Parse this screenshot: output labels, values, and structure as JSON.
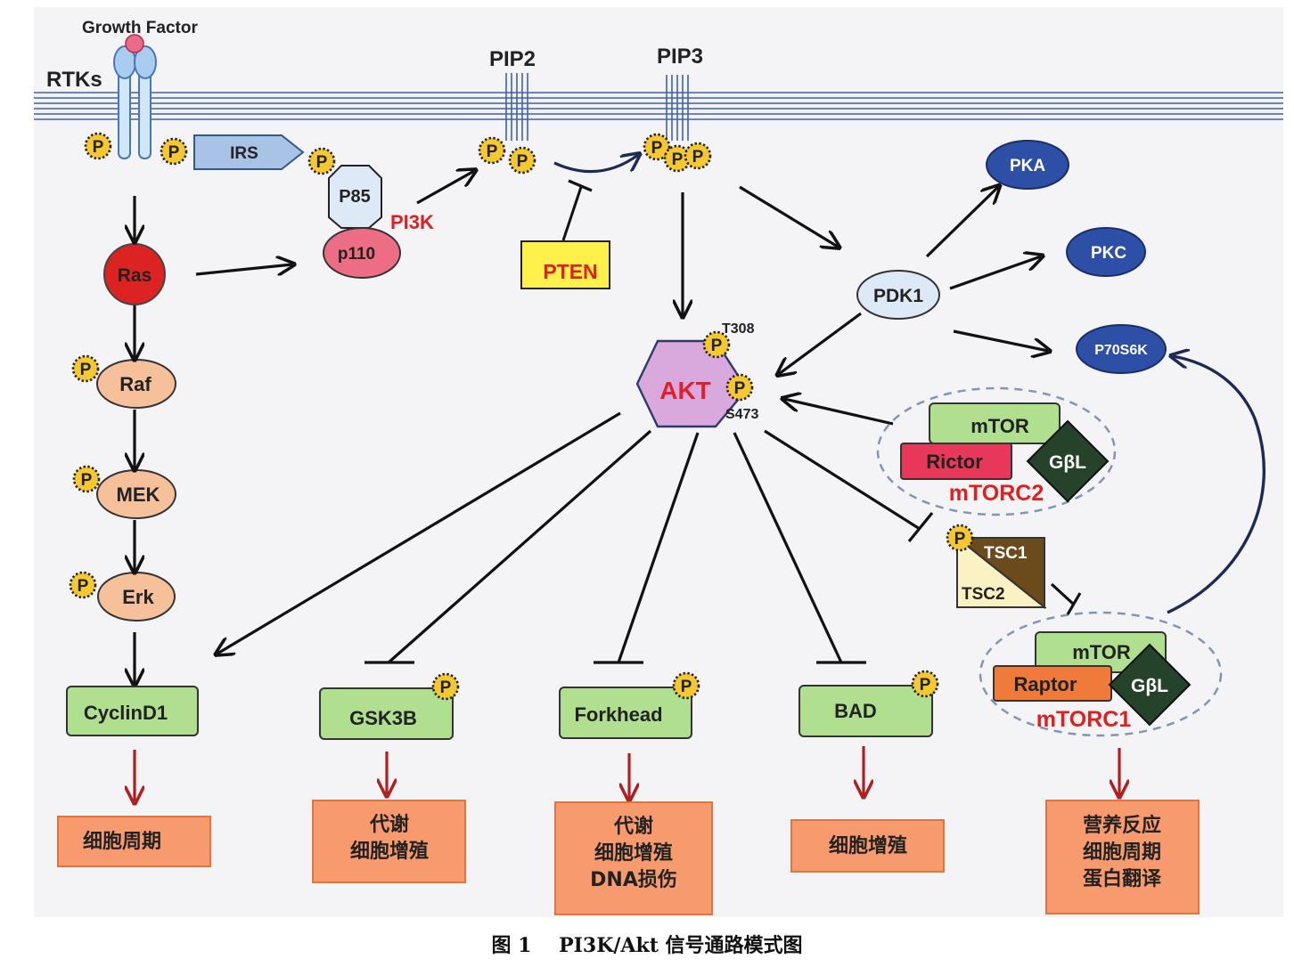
{
  "labels": {
    "growth_factor": "Growth Factor",
    "rtks": "RTKs",
    "irs": "IRS",
    "p85": "P85",
    "p110": "p110",
    "pi3k": "PI3K",
    "pip2": "PIP2",
    "pip3": "PIP3",
    "pten": "PTEN",
    "ras": "Ras",
    "raf": "Raf",
    "mek": "MEK",
    "erk": "Erk",
    "pdk1": "PDK1",
    "pka": "PKA",
    "pkc": "PKC",
    "p70s6k": "P70S6K",
    "akt": "AKT",
    "t308": "T308",
    "s473": "S473",
    "mtor": "mTOR",
    "rictor": "Rictor",
    "gbl": "GβL",
    "mtorc2": "mTORC2",
    "tsc1": "TSC1",
    "tsc2": "TSC2",
    "raptor": "Raptor",
    "mtorc1": "mTORC1",
    "phospho": "P"
  },
  "targets": [
    {
      "name": "CyclinD1",
      "effect": [
        "细胞周期"
      ]
    },
    {
      "name": "GSK3B",
      "effect": [
        "代谢",
        "细胞增殖"
      ]
    },
    {
      "name": "Forkhead",
      "effect": [
        "代谢",
        "细胞增殖",
        "DNA损伤"
      ]
    },
    {
      "name": "BAD",
      "effect": [
        "细胞增殖"
      ]
    },
    {
      "name": "mTORC1",
      "effect": [
        "营养反应",
        "细胞周期",
        "蛋白翻译"
      ]
    }
  ],
  "caption": {
    "figure": "图 1",
    "title": "PI3K/Akt 信号通路模式图"
  },
  "colors": {
    "membrane": "#3d5fb5",
    "ras": "#dd2222",
    "kinase_peach": "#f5c09a",
    "pi3k_label": "#e02020",
    "pten_box": "#fff04a",
    "akt": "#d9a9dd",
    "dark_blue_node": "#2e4fa6",
    "target_box": "#b0df90",
    "effect_box": "#f79a6e",
    "inhibit_arrow": "#b02020",
    "rictor": "#e8385a",
    "raptor": "#f07a3a",
    "gbl": "#24432a",
    "phospho": "#f5c832"
  }
}
